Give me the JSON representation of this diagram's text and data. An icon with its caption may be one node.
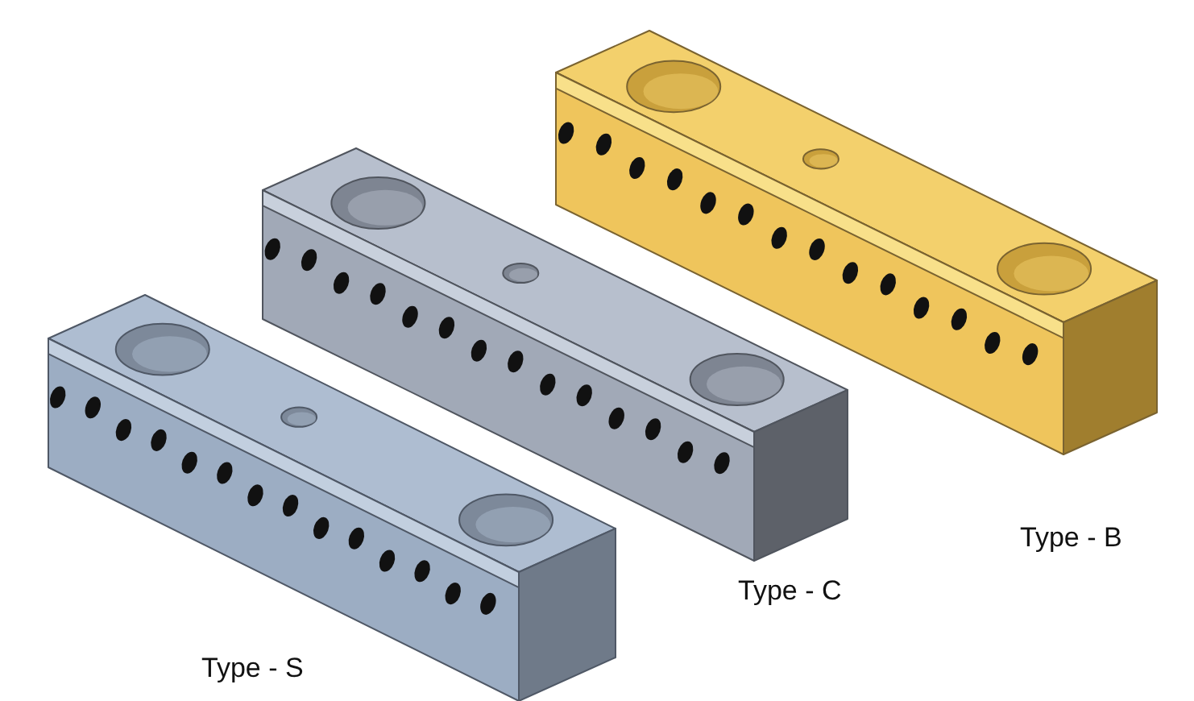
{
  "diagram": {
    "labels": [
      "Type - B",
      "Type - C",
      "Type - S"
    ]
  }
}
